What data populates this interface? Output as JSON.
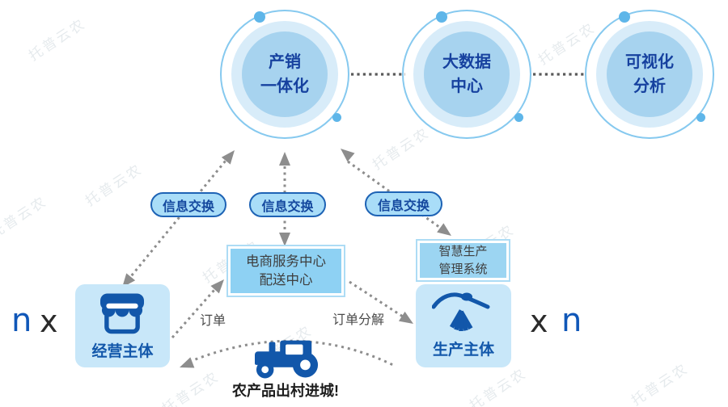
{
  "watermark": {
    "text": "托普云农"
  },
  "colors": {
    "circle_ring": "#86c9ef",
    "circle_mid": "#d8ecf9",
    "circle_inner": "#a7d3ef",
    "circle_text": "#16419f",
    "pill_fill": "#a9ddf8",
    "pill_border": "#1e63b5",
    "pill_text": "#14489e",
    "service_box_border": "#addcf5",
    "ecommerce_fill": "#8ed1f3",
    "smart_fill": "#9cd5f2",
    "entity_fill": "#c8e7f9",
    "entity_text": "#1257aa",
    "arrow_gray": "#8d8d8d",
    "connector_gray": "#5a5a5a",
    "n_blue": "#1057b8",
    "x_dark": "#2b2b2b",
    "label_gray": "#4a4a4a"
  },
  "circles": [
    {
      "line1": "产销",
      "line2": "一体化"
    },
    {
      "line1": "大数据",
      "line2": "中心"
    },
    {
      "line1": "可视化",
      "line2": "分析"
    }
  ],
  "pills": [
    {
      "label": "信息交换"
    },
    {
      "label": "信息交换"
    },
    {
      "label": "信息交换"
    }
  ],
  "boxes": {
    "ecommerce": {
      "line1": "电商服务中心",
      "line2": "配送中心"
    },
    "smart_production": {
      "line1": "智慧生产",
      "line2": "管理系统"
    }
  },
  "entities": {
    "operator": {
      "label": "经营主体",
      "icon": "storefront-icon"
    },
    "producer": {
      "label": "生产主体",
      "icon": "field-icon"
    }
  },
  "multipliers": {
    "left_n": "n",
    "left_x": "x",
    "right_x": "x",
    "right_n": "n"
  },
  "flow": {
    "order": "订单",
    "order_split": "订单分解",
    "slogan": "农产品出村进城!",
    "tractor_icon": "tractor-icon"
  }
}
